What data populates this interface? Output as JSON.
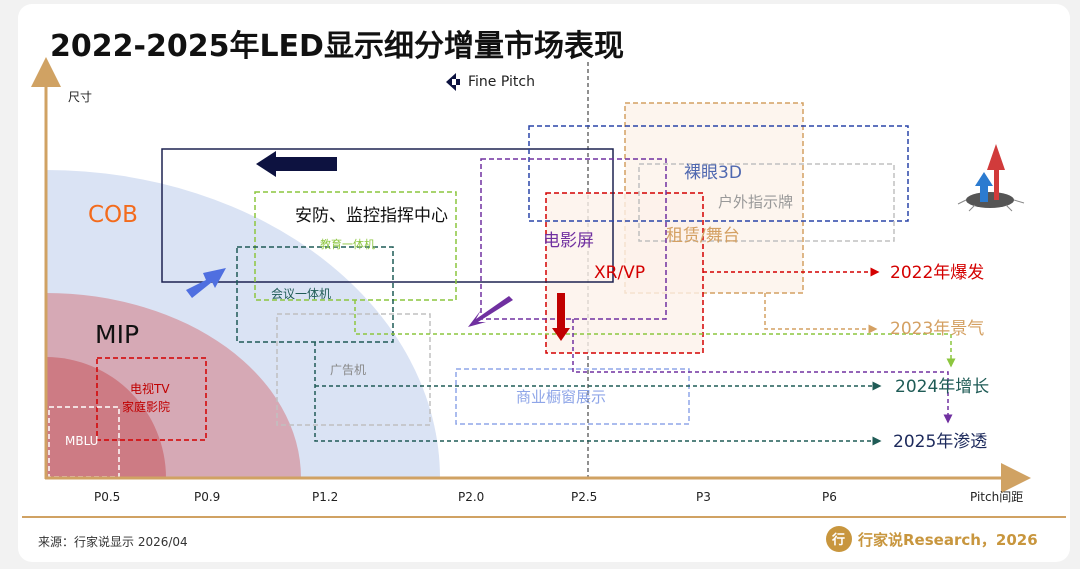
{
  "title": "2022-2025年LED显示细分增量市场表现",
  "axes": {
    "y_label": "尺寸",
    "x_label": "Pitch间距",
    "x_ticks": [
      "P0.5",
      "P0.9",
      "P1.2",
      "P2.0",
      "P2.5",
      "P3",
      "P6"
    ],
    "fine_pitch_label": "Fine Pitch"
  },
  "zones": {
    "cob": "COB",
    "mip": "MIP"
  },
  "segments": {
    "mblu": "MBLU",
    "tv_line1": "电视TV",
    "tv_line2": "家庭影院",
    "security": "安防、监控指挥中心",
    "education": "教育一体机",
    "meeting": "会议一体机",
    "advertising": "广告机",
    "cinema": "电影屏",
    "xrvp": "XR/VP",
    "naked_eye_3d": "裸眼3D",
    "outdoor_sign": "户外指示牌",
    "rental_stage": "租赁/舞台",
    "shop_window": "商业橱窗展示"
  },
  "legend": {
    "y2022": "2022年爆发",
    "y2023": "2023年景气",
    "y2024": "2024年增长",
    "y2025": "2025年渗透"
  },
  "footer": {
    "source": "来源：行家说显示 2026/04",
    "brand": "行家说Research，2026",
    "logo_text": "行"
  },
  "colors": {
    "axis": "#d0a263",
    "cob": "#f36b1c",
    "y2022": "#d40000",
    "y2023": "#d4a062",
    "y2024": "#1f5b56",
    "y2025": "#1d2a5c",
    "purple": "#7030a0",
    "green": "#8cc63f"
  }
}
